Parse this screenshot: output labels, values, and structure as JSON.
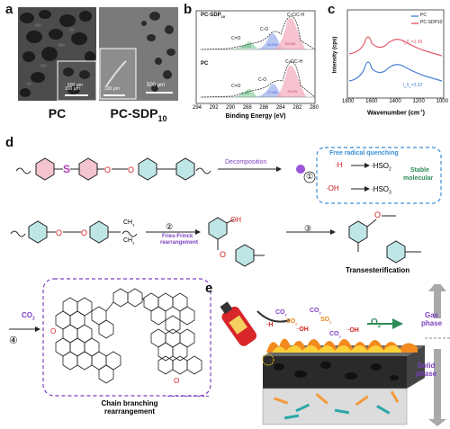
{
  "panels": {
    "a": "a",
    "b": "b",
    "c": "c",
    "d": "d",
    "e": "e"
  },
  "sem": {
    "left_label": "PC",
    "right_label": "PC-SDP",
    "right_sub": "10",
    "scale_left": "500 μm",
    "scale_right": "500 μm",
    "inset_left": "100 μm",
    "inset_right": "100 μm"
  },
  "xps": {
    "top_label": "PC-SDP",
    "top_sub": "10",
    "bottom_label": "PC",
    "xlabel": "Binding Energy (eV)",
    "ticks": [
      "294",
      "292",
      "290",
      "288",
      "286",
      "284",
      "282",
      "280"
    ],
    "peaks": [
      "C=O",
      "C-O",
      "C-C/C-H"
    ],
    "pct_top": [
      "11.0%",
      "29.5%",
      "59.5%"
    ],
    "pct_bottom": [
      "6.4%",
      "17.6%",
      "76.0%"
    ]
  },
  "raman": {
    "ylabel": "Intensity (cps)",
    "xlabel": "Wavenumber (cm",
    "xlabel_sup": "-1",
    "ticks": [
      "1800",
      "1600",
      "1400",
      "1200",
      "1000"
    ],
    "legend": [
      "PC",
      "PC-SDP10"
    ],
    "ratio_top": "I",
    "ratio_top_val": "=1.99",
    "ratio_bottom_val": "=2.22",
    "colors": {
      "PC": "#4a7fd6",
      "PC-SDP10": "#e45a6a"
    }
  },
  "scheme": {
    "decomposition": "Decomposition",
    "free_radical": "Free radical quenching",
    "stable": "Stable",
    "molecular": "molecular",
    "h_rad": "·H",
    "oh_rad": "·OH",
    "hso2": "·HSO",
    "hso3": "·HSO",
    "step1": "①",
    "step2": "②",
    "step3": "③",
    "step4": "④",
    "fries": "Fries-Frinck",
    "rearr": "rearrangement",
    "transest": "Transesterification",
    "co2": "CO",
    "chain1": "Chain branching",
    "chain2": "rearrangement",
    "oh": "OH",
    "ch3": "CH"
  },
  "fire": {
    "o2": "O",
    "gas1": "Gas",
    "gas2": "phase",
    "solid1": "Solid",
    "solid2": "phase",
    "radicals": [
      "CO",
      "SO",
      "·H",
      "·OH",
      "CO",
      "SO",
      "·OH",
      "CO"
    ]
  }
}
